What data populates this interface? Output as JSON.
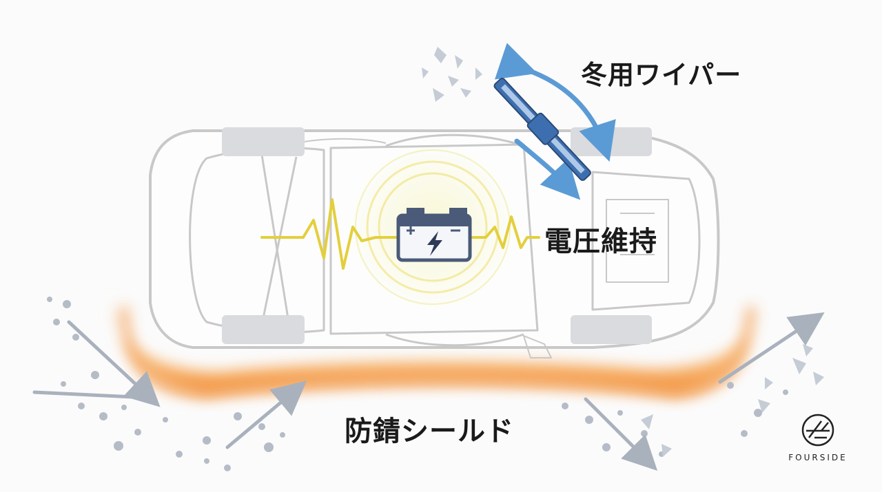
{
  "labels": {
    "winter_wiper": "冬用ワイパー",
    "voltage_maintenance": "電圧維持",
    "rust_shield": "防錆シールド"
  },
  "brand": {
    "name": "FOURSIDE",
    "logo_icon": "fourside-logo-icon"
  },
  "icons": [
    "car-body-icon",
    "battery-icon",
    "wiper-blade-icon",
    "pulse-wave-icon",
    "debris-particles-icon",
    "arrow-icon"
  ],
  "colors": {
    "shield_orange": "#f59e3f",
    "wiper_blue": "#5b9bd5",
    "pulse_yellow": "#e8d64a",
    "battery_slate": "#4a5a78",
    "car_outline": "#c8c8c8",
    "debris_grey": "#a9b1bd"
  }
}
